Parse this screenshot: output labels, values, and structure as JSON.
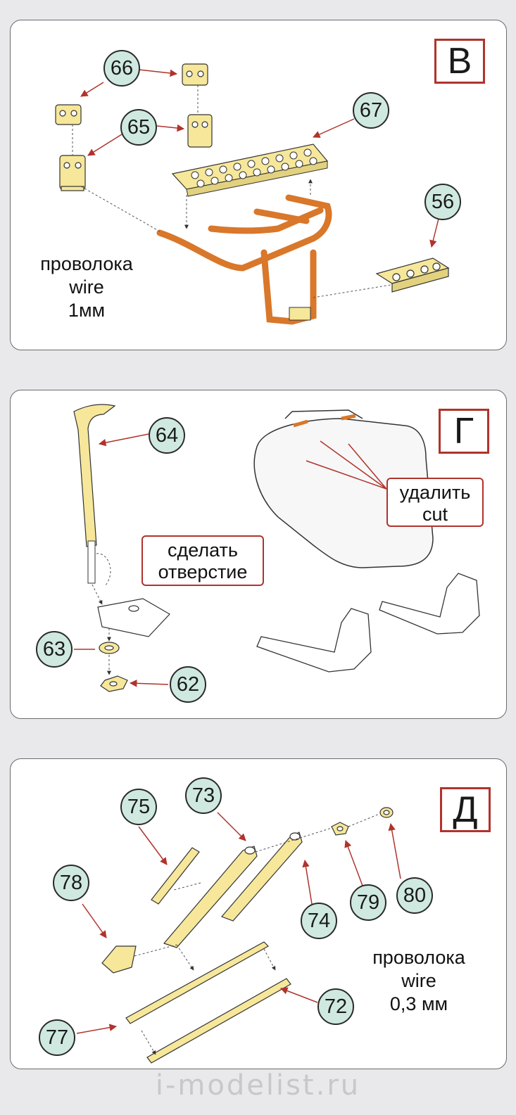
{
  "panels": {
    "b": {
      "letter": "В",
      "callouts": {
        "c66": "66",
        "c65": "65",
        "c67": "67",
        "c56": "56"
      },
      "note": {
        "line1": "проволока",
        "line2": "wire",
        "line3": "1мм"
      }
    },
    "g": {
      "letter": "Г",
      "callouts": {
        "c64": "64",
        "c63": "63",
        "c62": "62"
      },
      "cut_label": {
        "line1": "удалить",
        "line2": "cut"
      },
      "hole_label": {
        "line1": "сделать",
        "line2": "отверстие"
      }
    },
    "d": {
      "letter": "Д",
      "callouts": {
        "c75": "75",
        "c73": "73",
        "c78": "78",
        "c74": "74",
        "c79": "79",
        "c80": "80",
        "c72": "72",
        "c77": "77"
      },
      "note": {
        "line1": "проволока",
        "line2": "wire",
        "line3": "0,3 мм"
      }
    }
  },
  "watermark": "i-modelist.ru",
  "colors": {
    "accent": "#b0332c",
    "callout_fill": "#cfe9e1",
    "etch": "#f6e79a",
    "wire": "#d9772a"
  }
}
